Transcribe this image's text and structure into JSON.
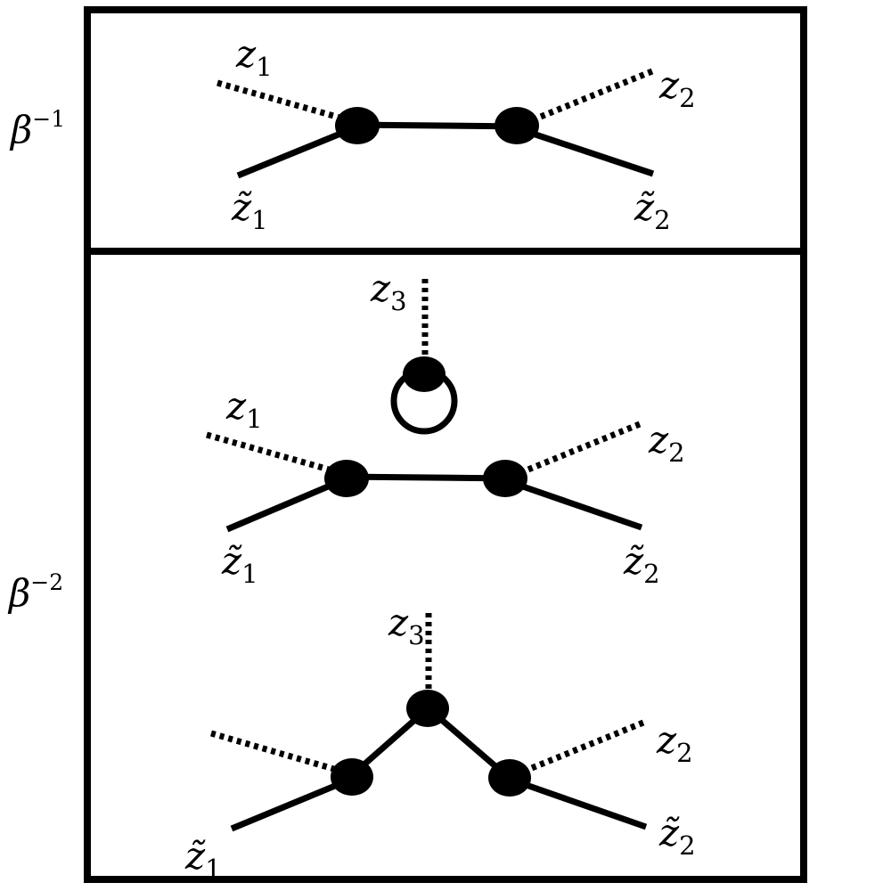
{
  "orders": {
    "first": {
      "base": "β",
      "exp": "−1"
    },
    "second": {
      "base": "β",
      "exp": "−2"
    }
  },
  "labels": {
    "z1": {
      "base": "z",
      "sub": "1"
    },
    "z2": {
      "base": "z",
      "sub": "2"
    },
    "z3": {
      "base": "z",
      "sub": "3"
    },
    "zt1": {
      "base": "z̃",
      "sub": "1"
    },
    "zt2": {
      "base": "z̃",
      "sub": "2"
    }
  }
}
